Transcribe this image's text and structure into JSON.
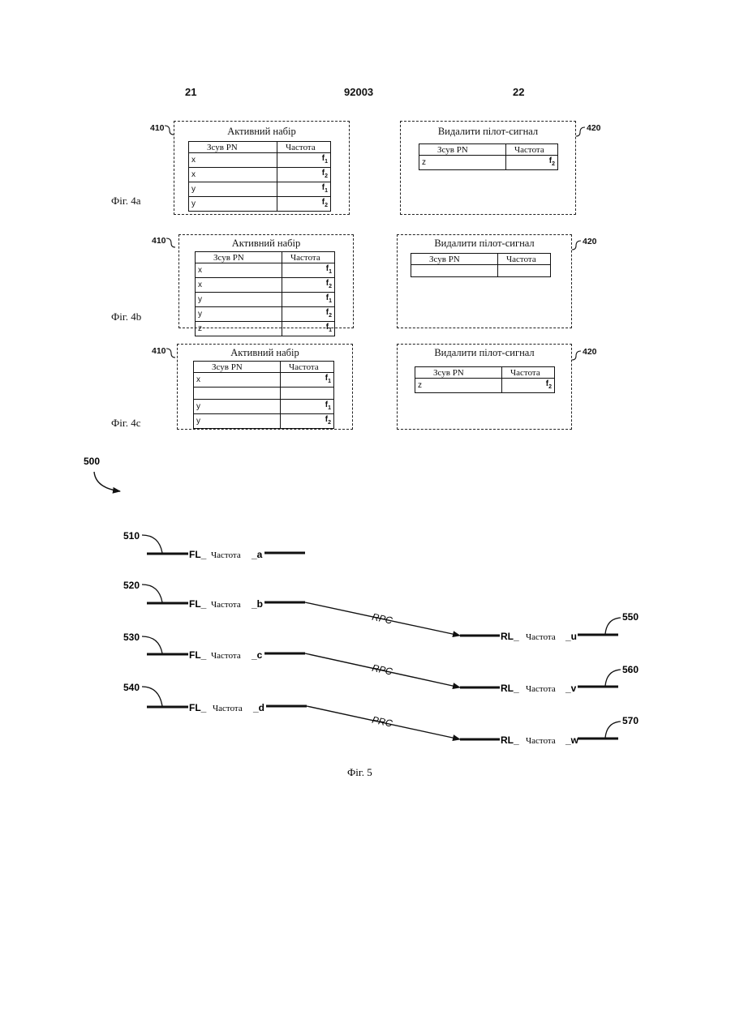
{
  "header": {
    "left_page": "21",
    "doc_number": "92003",
    "right_page": "22"
  },
  "fig4": {
    "col_pn": "Зсув PN",
    "col_freq": "Частота",
    "active_title": "Активний набір",
    "remove_title": "Видалити пілот-сигнал",
    "ref_active": "410",
    "ref_remove": "420",
    "a": {
      "label": "Фіг. 4a",
      "active_rows": [
        [
          "x",
          "f1"
        ],
        [
          "x",
          "f2"
        ],
        [
          "y",
          "f1"
        ],
        [
          "y",
          "f2"
        ]
      ],
      "remove_rows": [
        [
          "z",
          "f2"
        ]
      ]
    },
    "b": {
      "label": "Фіг. 4b",
      "active_rows": [
        [
          "x",
          "f1"
        ],
        [
          "x",
          "f2"
        ],
        [
          "y",
          "f1"
        ],
        [
          "y",
          "f2"
        ],
        [
          "z",
          "f1"
        ]
      ],
      "remove_rows": [
        [
          "",
          ""
        ]
      ]
    },
    "c": {
      "label": "Фіг. 4c",
      "active_rows": [
        [
          "x",
          "f1"
        ],
        [
          "",
          ""
        ],
        [
          "y",
          "f1"
        ],
        [
          "y",
          "f2"
        ]
      ],
      "remove_rows": [
        [
          "z",
          "f2"
        ]
      ]
    }
  },
  "fig5": {
    "ref_main": "500",
    "caption": "Фіг. 5",
    "forward_links": [
      {
        "ref": "510",
        "prefix": "FL_",
        "word": "Частота",
        "suffix": "_a"
      },
      {
        "ref": "520",
        "prefix": "FL_",
        "word": "Частота",
        "suffix": "_b"
      },
      {
        "ref": "530",
        "prefix": "FL_",
        "word": "Частота",
        "suffix": "_c"
      },
      {
        "ref": "540",
        "prefix": "FL_",
        "word": "Частота",
        "suffix": "_d"
      }
    ],
    "reverse_links": [
      {
        "ref": "550",
        "prefix": "RL_",
        "word": "Частота",
        "suffix": "_u"
      },
      {
        "ref": "560",
        "prefix": "RL_",
        "word": "Частота",
        "suffix": "_v"
      },
      {
        "ref": "570",
        "prefix": "RL_",
        "word": "Частота",
        "suffix": "_w"
      }
    ],
    "connections": [
      "RPC",
      "RPC",
      "PRC"
    ]
  }
}
